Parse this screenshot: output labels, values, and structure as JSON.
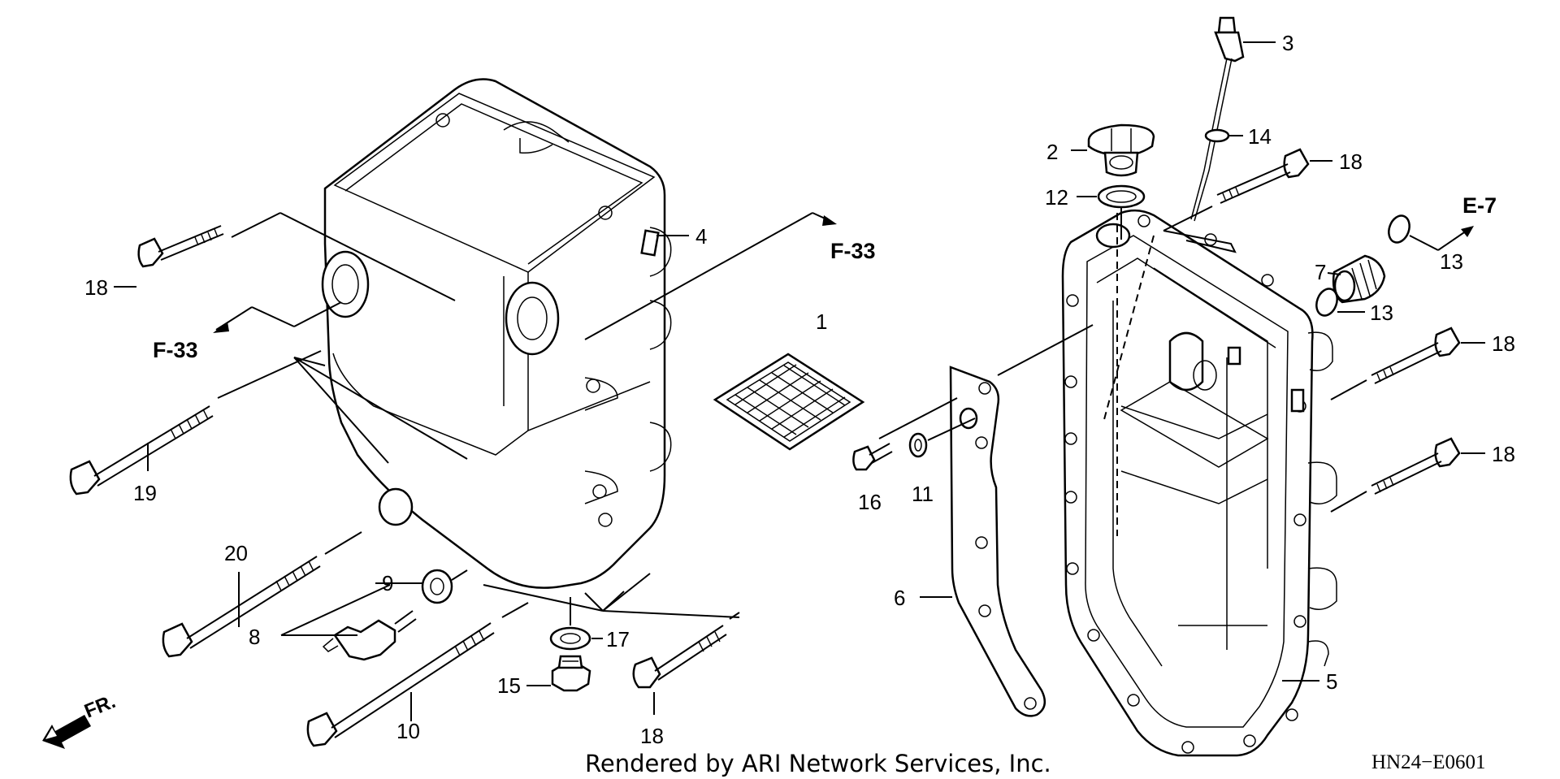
{
  "callouts": {
    "p1": "1",
    "p2": "2",
    "p3": "3",
    "p4": "4",
    "p5": "5",
    "p6": "6",
    "p7": "7",
    "p8": "8",
    "p9": "9",
    "p10": "10",
    "p11": "11",
    "p12": "12",
    "p13a": "13",
    "p13b": "13",
    "p14": "14",
    "p15": "15",
    "p16": "16",
    "p17": "17",
    "p18a": "18",
    "p18b": "18",
    "p18c": "18",
    "p18d": "18",
    "p18e": "18",
    "p19": "19",
    "p20": "20"
  },
  "refs": {
    "f33_left": "F-33",
    "f33_center": "F-33",
    "e7": "E-7"
  },
  "front_indicator": "FR.",
  "footer": {
    "credit": "Rendered by ARI Network Services, Inc.",
    "diagram_code": "HN24−E0601"
  },
  "colors": {
    "line": "#000000",
    "background": "#ffffff"
  }
}
